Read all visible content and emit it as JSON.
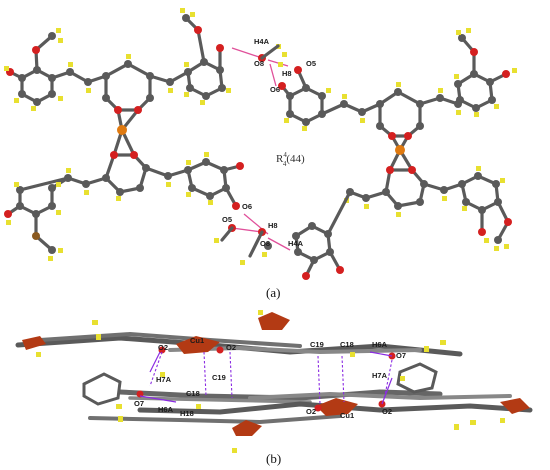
{
  "panel_a": {
    "caption": "(a)",
    "ring_motif": {
      "main": "R",
      "sup": "4",
      "sub": "4",
      "rest": "(44)"
    },
    "labels": {
      "h4a_top": "H4A",
      "o8_top": "O8",
      "h8_top": "H8",
      "o5_top": "O5",
      "o6_top": "O6",
      "o6_bot": "O6",
      "o5_bot": "O5",
      "h8_bot": "H8",
      "h4a_bot": "H4A",
      "o8_bot": "O8"
    }
  },
  "panel_b": {
    "caption": "(b)",
    "labels": {
      "cu1_top": "Cu1",
      "o2_tl": "O2",
      "o2_tc": "O2",
      "h7a_left": "H7A",
      "c18_left": "C18",
      "c19_left": "C19",
      "o7_left": "O7",
      "h6a_left": "H6A",
      "h18_left": "H18",
      "c19_right": "C19",
      "c18_right": "C18",
      "h6a_right": "H6A",
      "o7_right": "O7",
      "h7a_right": "H7A",
      "o2_bl": "O2",
      "cu1_bot": "Cu1",
      "o2_br": "O2"
    }
  },
  "colors": {
    "carbon": "#5a5a5a",
    "oxygen": "#d42020",
    "hydrogen": "#e8e030",
    "copper": "#e07a10",
    "hbond": "#e0509a",
    "contact": "#8a2be2"
  }
}
